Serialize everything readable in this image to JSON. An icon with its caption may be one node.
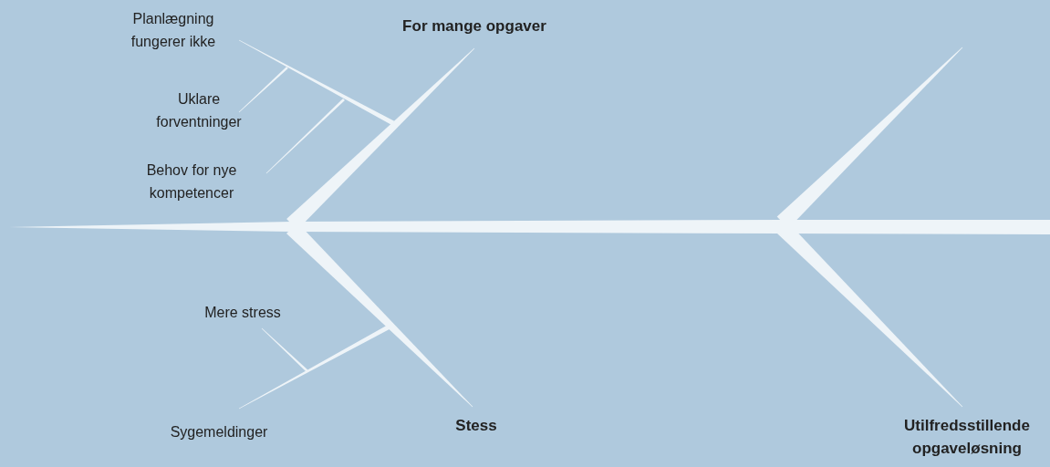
{
  "diagram": {
    "labels": [
      "Planlægning fungerer ikke",
      "For mange opgaver",
      "Uklare forventninger",
      "Behov for nye kompetencer",
      "Mere stress",
      "Stess",
      "Utilfredsstillende opgaveløsning",
      "Sygemeldinger"
    ]
  }
}
